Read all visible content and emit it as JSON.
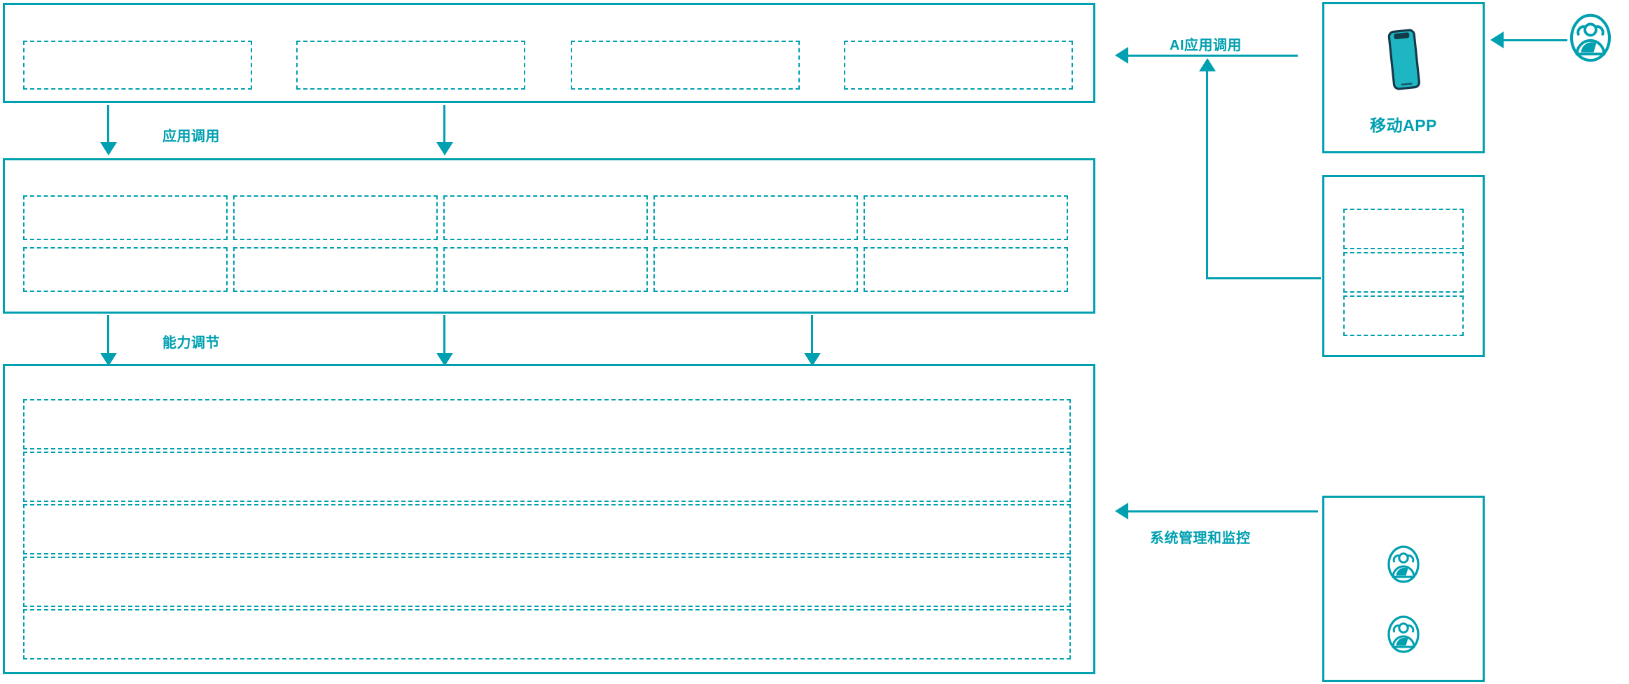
{
  "theme": {
    "accent": "#00a0b0",
    "accent_dark": "#0e3b4a",
    "background": "#ffffff"
  },
  "diagram": {
    "type": "architecture-layer-diagram",
    "layers": [
      {
        "id": "application-layer",
        "boxes": [
          {
            "label": ""
          },
          {
            "label": ""
          },
          {
            "label": ""
          },
          {
            "label": ""
          }
        ]
      },
      {
        "id": "capability-layer",
        "rows": 2,
        "cols": 5,
        "boxes": [
          {
            "label": ""
          },
          {
            "label": ""
          },
          {
            "label": ""
          },
          {
            "label": ""
          },
          {
            "label": ""
          },
          {
            "label": ""
          },
          {
            "label": ""
          },
          {
            "label": ""
          },
          {
            "label": ""
          },
          {
            "label": ""
          }
        ]
      },
      {
        "id": "platform-layer",
        "boxes": [
          {
            "label": ""
          },
          {
            "label": ""
          },
          {
            "label": ""
          },
          {
            "label": ""
          },
          {
            "label": ""
          }
        ]
      }
    ],
    "flow_labels": [
      {
        "id": "app-invoke",
        "text": "应用调用"
      },
      {
        "id": "capability-adjust",
        "text": "能力调节"
      },
      {
        "id": "ai-app-invoke",
        "text": "AI应用调用"
      },
      {
        "id": "system-manage-monitor",
        "text": "系统管理和监控"
      }
    ],
    "side_cards": [
      {
        "id": "mobile-app-card",
        "title": "移动APP",
        "icon": "mobile-phone-icon"
      },
      {
        "id": "channel-card",
        "title": "",
        "items": [
          {
            "label": ""
          },
          {
            "label": ""
          },
          {
            "label": ""
          }
        ]
      },
      {
        "id": "operations-card",
        "title": "",
        "icons": [
          "user-group-icon",
          "user-group-icon"
        ]
      }
    ],
    "actors": [
      {
        "id": "end-user-actor",
        "icon": "user-group-icon",
        "label": ""
      }
    ]
  }
}
